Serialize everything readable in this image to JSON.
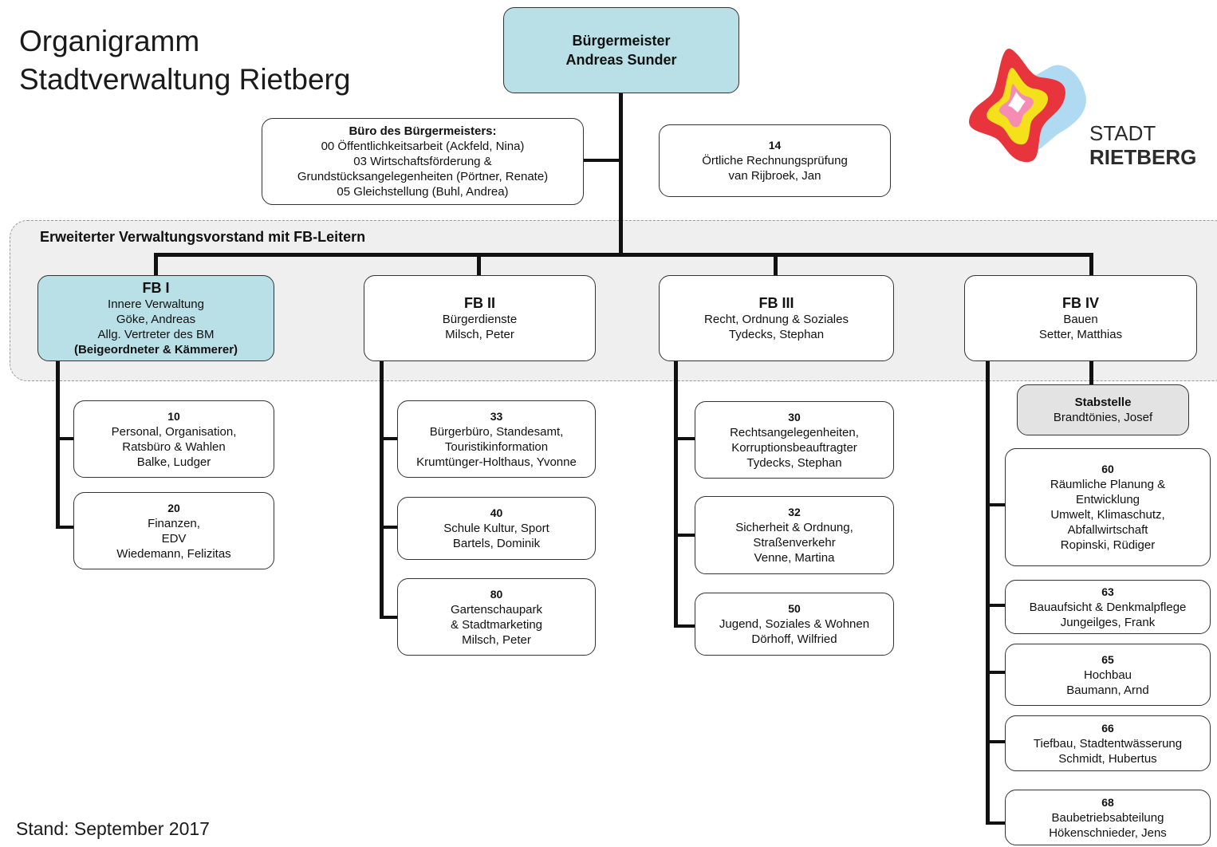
{
  "title": {
    "line1": "Organigramm",
    "line2": "Stadtverwaltung Rietberg"
  },
  "stand": "Stand: September 2017",
  "logo": {
    "line1": "STADT",
    "line2": "RIETBERG",
    "colors": {
      "red": "#e8343c",
      "yellow": "#f4e11c",
      "pink": "#f48cb4",
      "blue": "#a7d6f0"
    }
  },
  "band_label": "Erweiterter Verwaltungsvorstand mit FB-Leitern",
  "colors": {
    "teal": "#b9e0e6",
    "grey_box": "#e3e3e3",
    "band": "#efefef",
    "line": "#111111"
  },
  "mayor": {
    "line1": "Bürgermeister",
    "line2": "Andreas Sunder"
  },
  "buero": {
    "line1": "Büro des Bürgermeisters:",
    "line2": "00 Öffentlichkeitsarbeit (Ackfeld, Nina)",
    "line3": "03 Wirtschaftsförderung &",
    "line4": "Grundstücksangelegenheiten (Pörtner, Renate)",
    "line5": "05 Gleichstellung (Buhl, Andrea)"
  },
  "rpa": {
    "code": "14",
    "line1": "Örtliche Rechnungsprüfung",
    "line2": "van Rijbroek, Jan"
  },
  "fb1": {
    "head": "FB I",
    "line1": "Innere Verwaltung",
    "line2": "Göke, Andreas",
    "line3": "Allg. Vertreter des BM",
    "line4": "(Beigeordneter & Kämmerer)"
  },
  "fb2": {
    "head": "FB II",
    "line1": "Bürgerdienste",
    "line2": "Milsch, Peter"
  },
  "fb3": {
    "head": "FB III",
    "line1": "Recht, Ordnung & Soziales",
    "line2": "Tydecks, Stephan"
  },
  "fb4": {
    "head": "FB IV",
    "line1": "Bauen",
    "line2": "Setter, Matthias"
  },
  "d10": {
    "code": "10",
    "line1": "Personal, Organisation,",
    "line2": "Ratsbüro & Wahlen",
    "line3": "Balke, Ludger"
  },
  "d20": {
    "code": "20",
    "line1": "Finanzen,",
    "line2": "EDV",
    "line3": "Wiedemann, Felizitas"
  },
  "d33": {
    "code": "33",
    "line1": "Bürgerbüro, Standesamt,",
    "line2": "Touristikinformation",
    "line3": "Krumtünger-Holthaus, Yvonne"
  },
  "d40": {
    "code": "40",
    "line1": "Schule Kultur, Sport",
    "line2": "Bartels, Dominik"
  },
  "d80": {
    "code": "80",
    "line1": "Gartenschaupark",
    "line2": "& Stadtmarketing",
    "line3": "Milsch, Peter"
  },
  "d30": {
    "code": "30",
    "line1": "Rechtsangelegenheiten,",
    "line2": "Korruptionsbeauftragter",
    "line3": "Tydecks, Stephan"
  },
  "d32": {
    "code": "32",
    "line1": "Sicherheit & Ordnung,",
    "line2": "Straßenverkehr",
    "line3": "Venne, Martina"
  },
  "d50": {
    "code": "50",
    "line1": "Jugend, Soziales & Wohnen",
    "line2": "Dörhoff, Wilfried"
  },
  "stab": {
    "head": "Stabstelle",
    "line1": "Brandtönies, Josef"
  },
  "d60": {
    "code": "60",
    "line1": "Räumliche Planung &",
    "line2": "Entwicklung",
    "line3": "Umwelt, Klimaschutz,",
    "line4": "Abfallwirtschaft",
    "line5": "Ropinski, Rüdiger"
  },
  "d63": {
    "code": "63",
    "line1": "Bauaufsicht & Denkmalpflege",
    "line2": "Jungeilges, Frank"
  },
  "d65": {
    "code": "65",
    "line1": "Hochbau",
    "line2": "Baumann, Arnd"
  },
  "d66": {
    "code": "66",
    "line1": "Tiefbau, Stadtentwässerung",
    "line2": "Schmidt, Hubertus"
  },
  "d68": {
    "code": "68",
    "line1": "Baubetriebsabteilung",
    "line2": "Hökenschnieder, Jens"
  }
}
